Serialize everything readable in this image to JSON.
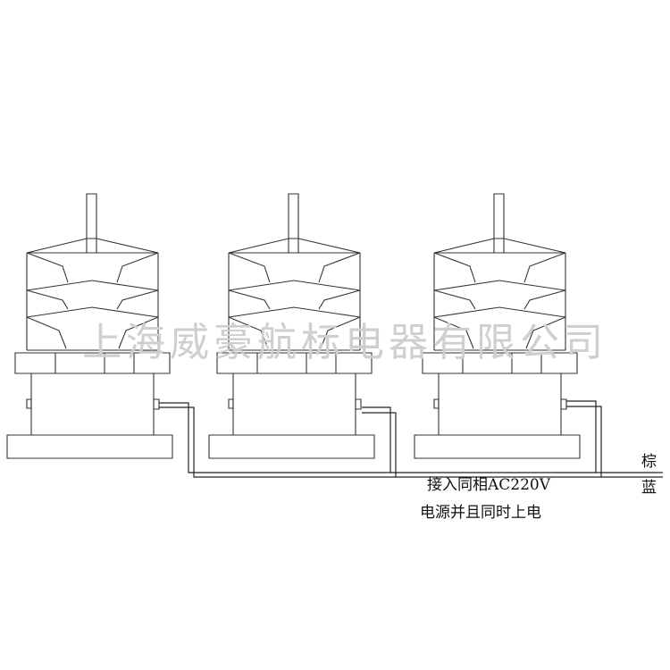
{
  "watermark": "上海威豪航标电器有限公司",
  "units": [
    {
      "name": "lamp-unit-1"
    },
    {
      "name": "lamp-unit-2"
    },
    {
      "name": "lamp-unit-3"
    }
  ],
  "wires": {
    "top_label": "棕",
    "bottom_label": "蓝"
  },
  "notes": {
    "line1": "接入同相AC220V",
    "line2": "电源并且同时上电"
  }
}
